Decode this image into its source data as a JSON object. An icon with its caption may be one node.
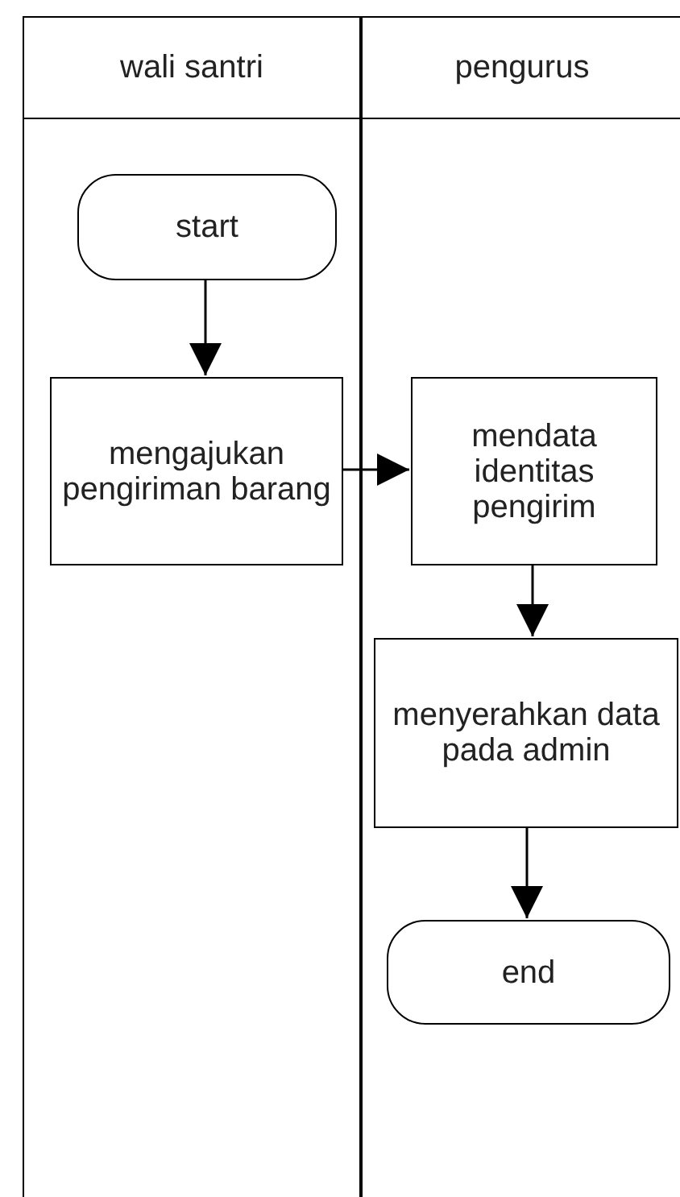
{
  "diagram": {
    "nodes": [
      {
        "text": [
          "wali santri"
        ]
      },
      {
        "text": [
          "start"
        ],
        "in": 0
      },
      {
        "text": [
          "mengajukan pengiriman barang"
        ],
        "in": 0
      },
      {
        "text": [
          "pengurus"
        ]
      },
      {
        "text": [
          "mendata identitas pengirim"
        ],
        "in": 3
      },
      {
        "text": [
          "menyerahkan data pada admin"
        ],
        "in": 3
      },
      {
        "text": [
          "end"
        ],
        "in": 3
      }
    ],
    "edges": [
      {
        "from": 1,
        "to": 2,
        "arrow": "to"
      },
      {
        "from": 2,
        "to": 4,
        "arrow": "to"
      },
      {
        "from": 4,
        "to": 5,
        "arrow": "to"
      },
      {
        "from": 5,
        "to": 6,
        "arrow": "to"
      }
    ]
  }
}
